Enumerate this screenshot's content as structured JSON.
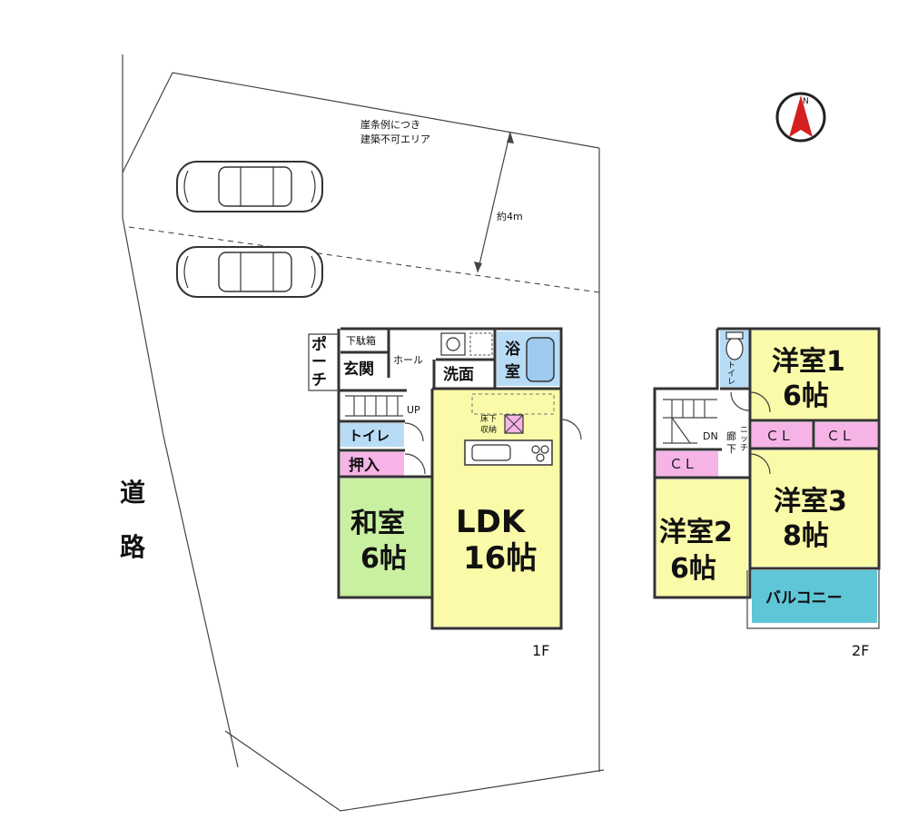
{
  "site": {
    "road": [
      "道",
      "路"
    ],
    "cliff_note": [
      "崖条例につき",
      "建築不可エリア"
    ],
    "distance": "約4m"
  },
  "floor1": {
    "label": "1F",
    "porch": [
      "ポ",
      "ー",
      "チ"
    ],
    "shoe_box": "下駄箱",
    "entrance": "玄関",
    "hall": "ホール",
    "washroom": "洗面",
    "bath": [
      "浴",
      "室"
    ],
    "up": "UP",
    "toilet": "トイレ",
    "closet": "押入",
    "under_floor": [
      "床下",
      "収納"
    ],
    "washitsu": [
      "和室",
      "6帖"
    ],
    "ldk": [
      "LDK",
      "16帖"
    ]
  },
  "floor2": {
    "label": "2F",
    "toilet": [
      "ト",
      "イ",
      "レ"
    ],
    "dn": "DN",
    "hall": [
      "廊",
      "下"
    ],
    "niche": [
      "ニ",
      "ッ",
      "チ"
    ],
    "cl": "ＣＬ",
    "room1": [
      "洋室1",
      "6帖"
    ],
    "room2": [
      "洋室2",
      "6帖"
    ],
    "room3": [
      "洋室3",
      "8帖"
    ],
    "balcony": "バルコニー"
  },
  "compass": {
    "mark": "N"
  },
  "colors": {
    "ldk": "#fafaa8",
    "washitsu": "#c8f0a0",
    "closet": "#f6b4e6",
    "wet": "#b8dcf6",
    "balcony": "#5fc6d8",
    "compass_red": "#d42020"
  }
}
